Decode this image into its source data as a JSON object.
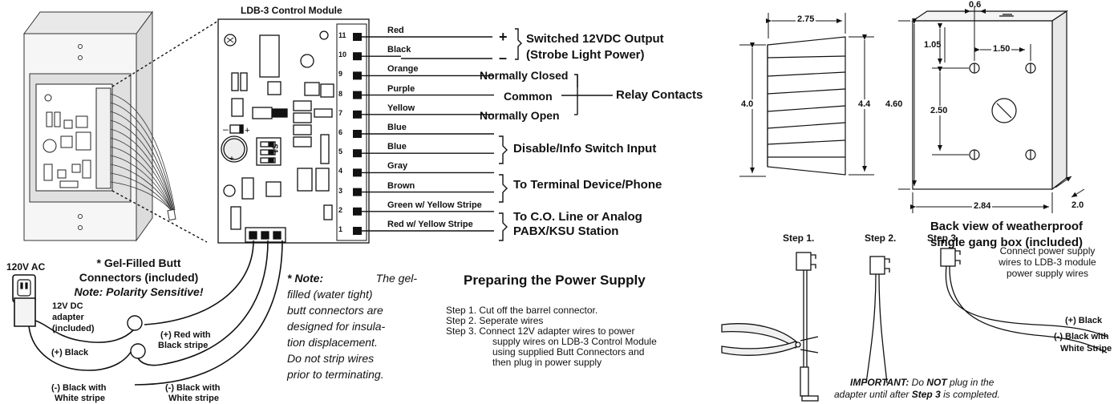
{
  "module_title": "LDB-3 Control Module",
  "terminals": [
    {
      "num": "11",
      "wire": "Red"
    },
    {
      "num": "10",
      "wire": "Black"
    },
    {
      "num": "9",
      "wire": "Orange"
    },
    {
      "num": "8",
      "wire": "Purple"
    },
    {
      "num": "7",
      "wire": "Yellow"
    },
    {
      "num": "6",
      "wire": "Blue"
    },
    {
      "num": "5",
      "wire": "Blue"
    },
    {
      "num": "4",
      "wire": "Gray"
    },
    {
      "num": "3",
      "wire": "Brown"
    },
    {
      "num": "2",
      "wire": "Green w/ Yellow Stripe"
    },
    {
      "num": "1",
      "wire": "Red w/ Yellow Stripe"
    }
  ],
  "dip_label": "S1",
  "outputs": {
    "plus": "+",
    "minus": "–",
    "switched_line1": "Switched 12VDC Output",
    "switched_line2": "(Strobe Light Power)",
    "normally_closed": "Normally Closed",
    "common": "Common",
    "normally_open": "Normally Open",
    "relay_contacts": "Relay Contacts",
    "disable_switch": "Disable/Info Switch Input",
    "terminal_device": "To Terminal Device/Phone",
    "co_line1": "To C.O. Line or Analog",
    "co_line2": "PABX/KSU Station"
  },
  "power": {
    "ac_label": "120V AC",
    "adapter": [
      "12V DC",
      "adapter",
      "(included)"
    ],
    "butt_title1": "* Gel-Filled Butt",
    "butt_title2": "Connectors (included)",
    "butt_note": "Note: Polarity Sensitive!",
    "red_stripe1": "(+) Red with",
    "red_stripe2": "Black stripe",
    "plus_black": "(+) Black",
    "black_white_a1": "(-) Black with",
    "black_white_a2": "White stripe",
    "black_white_b1": "(-) Black with",
    "black_white_b2": "White stripe"
  },
  "note": {
    "label": "* Note:",
    "lines": [
      "The gel-",
      "filled (water tight)",
      "butt connectors are",
      "designed for insula-",
      "tion displacement.",
      "Do not strip wires",
      "prior to terminating."
    ]
  },
  "prep": {
    "title": "Preparing the Power Supply",
    "step1": "Step 1.  Cut off the barrel connector.",
    "step2": "Step 2.  Seperate wires",
    "step3_a": "Step 3.  Connect 12V adapter wires to power",
    "step3_b": "supply wires on LDB-3 Control Module",
    "step3_c": "using supplied Butt Connectors and",
    "step3_d": "then plug in power supply"
  },
  "steps": {
    "s1": "Step 1.",
    "s2": "Step 2.",
    "s3": "Step 3.",
    "connect1": "Connect power supply",
    "connect2": "wires to LDB-3 module",
    "connect3": "power supply wires",
    "plus_black": "(+) Black",
    "minus1": "(-) Black with",
    "minus2": "White Stripe",
    "important_a": "IMPORTANT:",
    "important_b": " Do ",
    "important_c": "NOT",
    "important_d": " plug in the",
    "important_e": "adapter until after ",
    "important_f": "Step 3",
    "important_g": " is completed."
  },
  "box": {
    "w": "2.75",
    "h_left": "4.0",
    "h_right": "4.4",
    "top": "0.6",
    "d105": "1.05",
    "d150": "1.50",
    "d460": "4.60",
    "d250": "2.50",
    "d284": "2.84",
    "d20": "2.0",
    "caption1": "Back view of weatherproof",
    "caption2": "single gang box (included)"
  }
}
